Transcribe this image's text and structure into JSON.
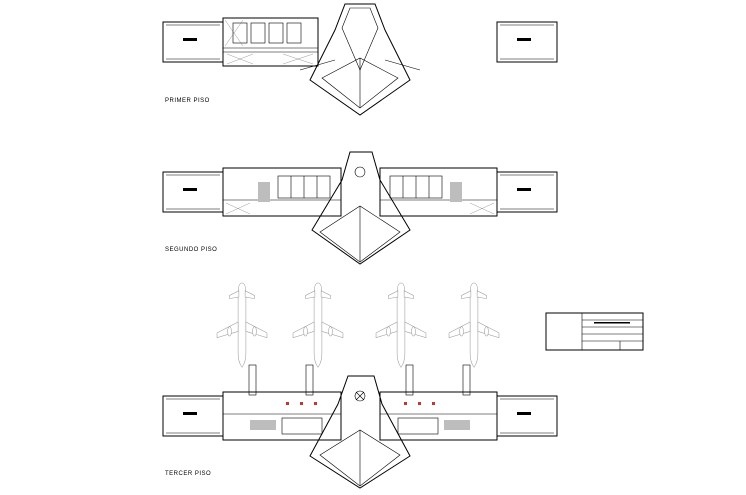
{
  "floors": [
    {
      "label": "PRIMER PISO"
    },
    {
      "label": "SEGUNDO PISO"
    },
    {
      "label": "TERCER PISO"
    }
  ],
  "aircraft_count": 4,
  "colors": {
    "line": "#000000",
    "aircraft": "#9a9a9a",
    "accent": "#c0392b"
  },
  "title_block": {
    "label": ""
  }
}
